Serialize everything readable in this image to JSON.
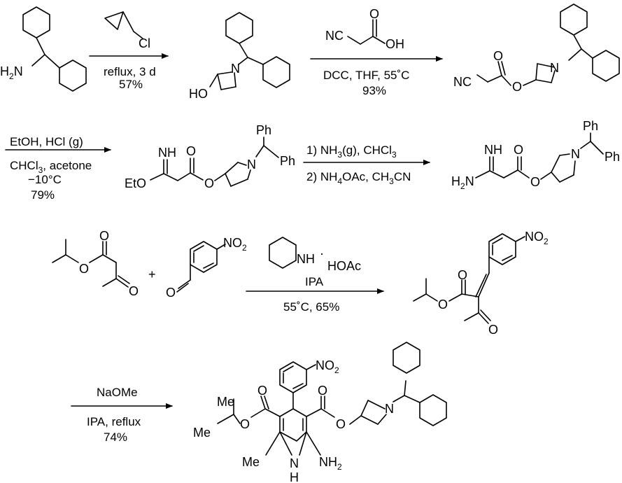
{
  "step1": {
    "reagent_cl": "Cl",
    "cond1": "reflux, 3 d",
    "cond2": "57%",
    "sm_label": "H2N",
    "prod_oh": "HO",
    "prod_n": "N"
  },
  "step2": {
    "reagent_nc": "NC",
    "reagent_o": "O",
    "reagent_oh": "OH",
    "cond1": "DCC, THF, 55˚C",
    "cond2": "93%",
    "prod_nc": "NC",
    "prod_o1": "O",
    "prod_o2": "O",
    "prod_n": "N"
  },
  "step3": {
    "cond1": "EtOH, HCl (g)",
    "cond2": "CHCl3, acetone",
    "cond3": "−10°C",
    "cond4": "79%",
    "prod_nh": "NH",
    "prod_eto": "EtO",
    "prod_o1": "O",
    "prod_o2": "O",
    "prod_n": "N",
    "prod_ph1": "Ph",
    "prod_ph2": "Ph"
  },
  "step4": {
    "cond1": "1) NH3(g), CHCl3",
    "cond2": "2) NH4OAc, CH3CN",
    "prod_nh": "NH",
    "prod_h2n": "H2N",
    "prod_o1": "O",
    "prod_o2": "O",
    "prod_n": "N",
    "prod_ph1": "Ph",
    "prod_ph2": "Ph"
  },
  "step5": {
    "plus": "+",
    "ketoester_o1": "O",
    "ketoester_o2": "O",
    "ketoester_o3": "O",
    "aldehyde_no2": "NO2",
    "aldehyde_o": "O",
    "cat_nh": "NH",
    "cat_dot": "·",
    "cat_hoac": "HOAc",
    "cond1": "IPA",
    "cond2": "55˚C, 65%",
    "prod_no2": "NO2",
    "prod_o1": "O",
    "prod_o2": "O",
    "prod_o3": "O"
  },
  "step6": {
    "cond1": "NaOMe",
    "cond2": "IPA, reflux",
    "cond3": "74%",
    "prod_no2": "NO2",
    "prod_me1": "Me",
    "prod_me2": "Me",
    "prod_me3": "Me",
    "prod_o1": "O",
    "prod_o2": "O",
    "prod_o3": "O",
    "prod_o4": "O",
    "prod_n": "N",
    "prod_nh": "N",
    "prod_h": "H",
    "prod_nh2": "NH2"
  }
}
